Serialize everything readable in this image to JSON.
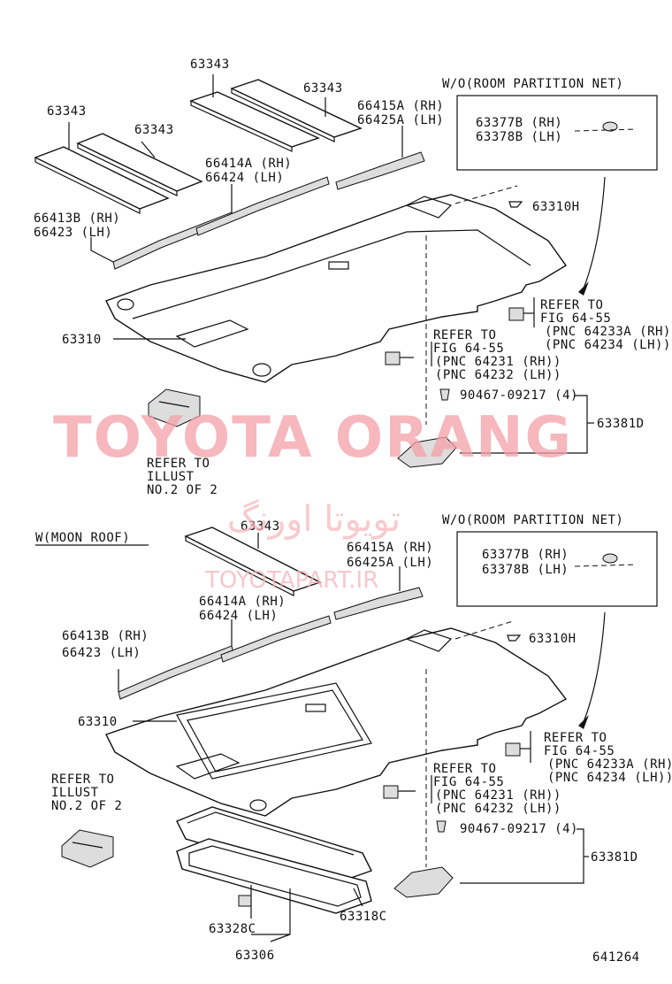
{
  "top": {
    "box_title": "W/O(ROOM PARTITION NET)",
    "box_line1": "63377B (RH)",
    "box_line2": "63378B (LH)",
    "p63343_a": "63343",
    "p63343_b": "63343",
    "p63343_c": "63343",
    "p63343_d": "63343",
    "rail_rear_1": "66415A (RH)",
    "rail_rear_2": "66425A (LH)",
    "rail_mid_1": "66414A (RH)",
    "rail_mid_2": "66424  (LH)",
    "rail_front_1": "66413B (RH)",
    "rail_front_2": "66423  (LH)",
    "hook": "63310H",
    "headliner": "63310",
    "ref_r_1": "REFER TO",
    "ref_r_2": "FIG 64-55",
    "ref_r_3": "(PNC 64233A (RH))",
    "ref_r_4": "(PNC 64234  (LH))",
    "ref_m_1": "REFER TO",
    "ref_m_2": "FIG 64-55",
    "ref_m_3": "(PNC 64231 (RH))",
    "ref_m_4": "(PNC 64232 (LH))",
    "clip": "90467-09217 (4)",
    "cover": "63381D",
    "illust_1": "REFER TO",
    "illust_2": "ILLUST",
    "illust_3": "NO.2 OF 2"
  },
  "bottom": {
    "section_title": "W(MOON ROOF)",
    "box_title": "W/O(ROOM PARTITION NET)",
    "box_line1": "63377B (RH)",
    "box_line2": "63378B (LH)",
    "p63343": "63343",
    "rail_rear_1": "66415A (RH)",
    "rail_rear_2": "66425A (LH)",
    "rail_mid_1": "66414A (RH)",
    "rail_mid_2": "66424  (LH)",
    "rail_front_1": "66413B (RH)",
    "rail_front_2": "66423  (LH)",
    "hook": "63310H",
    "headliner": "63310",
    "ref_r_1": "REFER TO",
    "ref_r_2": "FIG 64-55",
    "ref_r_3": "(PNC 64233A (RH))",
    "ref_r_4": "(PNC 64234  (LH))",
    "ref_m_1": "REFER TO",
    "ref_m_2": "FIG 64-55",
    "ref_m_3": "(PNC 64231 (RH))",
    "ref_m_4": "(PNC 64232 (LH))",
    "clip": "90467-09217 (4)",
    "cover": "63381D",
    "illust_1": "REFER TO",
    "illust_2": "ILLUST",
    "illust_3": "NO.2 OF 2",
    "shade_part": "63328C",
    "frame_part": "63318C",
    "assembly": "63306"
  },
  "figure_number": "641264",
  "watermark": {
    "brand": "TOYOTA ORANG",
    "persian": "تویوتا اورنگ",
    "url": "TOYOTAPART.IR"
  }
}
